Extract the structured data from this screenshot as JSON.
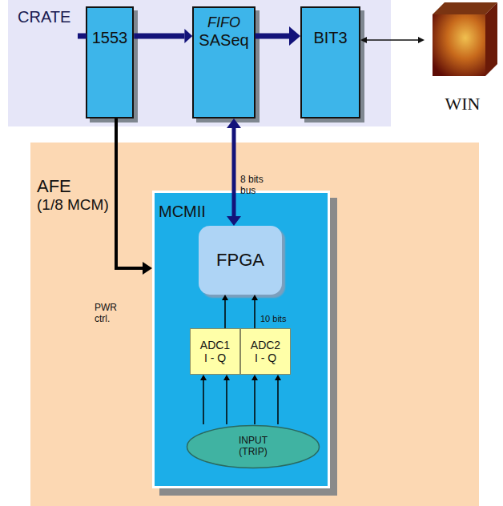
{
  "diagram": {
    "nodes": [
      {
        "text": [
          "CRATE"
        ]
      },
      {
        "text": [
          "1553"
        ],
        "in": 0
      },
      {
        "text": [
          "FIFO",
          "SASeq"
        ],
        "in": 0
      },
      {
        "text": [
          "BIT3"
        ],
        "in": 0
      },
      {
        "text": [
          "WIN"
        ]
      },
      {
        "text": [
          "AFE",
          "(1/8 MCM)"
        ]
      },
      {
        "text": [
          "MCMII"
        ],
        "in": 5
      },
      {
        "text": [
          "FPGA"
        ],
        "in": 6
      },
      {
        "text": [
          "ADC1 I - Q"
        ],
        "in": 6
      },
      {
        "text": [
          "ADC2 I - Q"
        ],
        "in": 6
      },
      {
        "text": [
          "INPUT (TRIP)"
        ],
        "in": 6
      }
    ],
    "edges": [
      {
        "from": 1,
        "to": 2,
        "arrow": "to"
      },
      {
        "from": 2,
        "to": 3,
        "arrow": "to"
      },
      {
        "from": 3,
        "to": 4,
        "arrow": "both"
      },
      {
        "from": 2,
        "to": 7,
        "label": "8 bits bus",
        "arrow": "both"
      },
      {
        "from": 1,
        "to": 6,
        "label": "PWR ctrl.",
        "arrow": "to"
      },
      {
        "from": 8,
        "to": 7,
        "arrow": "to"
      },
      {
        "from": 9,
        "to": 7,
        "label": "10 bits",
        "arrow": "to"
      },
      {
        "from": 10,
        "to": 8,
        "arrow": "to"
      },
      {
        "from": 10,
        "to": 8,
        "arrow": "to"
      },
      {
        "from": 10,
        "to": 9,
        "arrow": "to"
      },
      {
        "from": 10,
        "to": 9,
        "arrow": "to"
      }
    ]
  }
}
